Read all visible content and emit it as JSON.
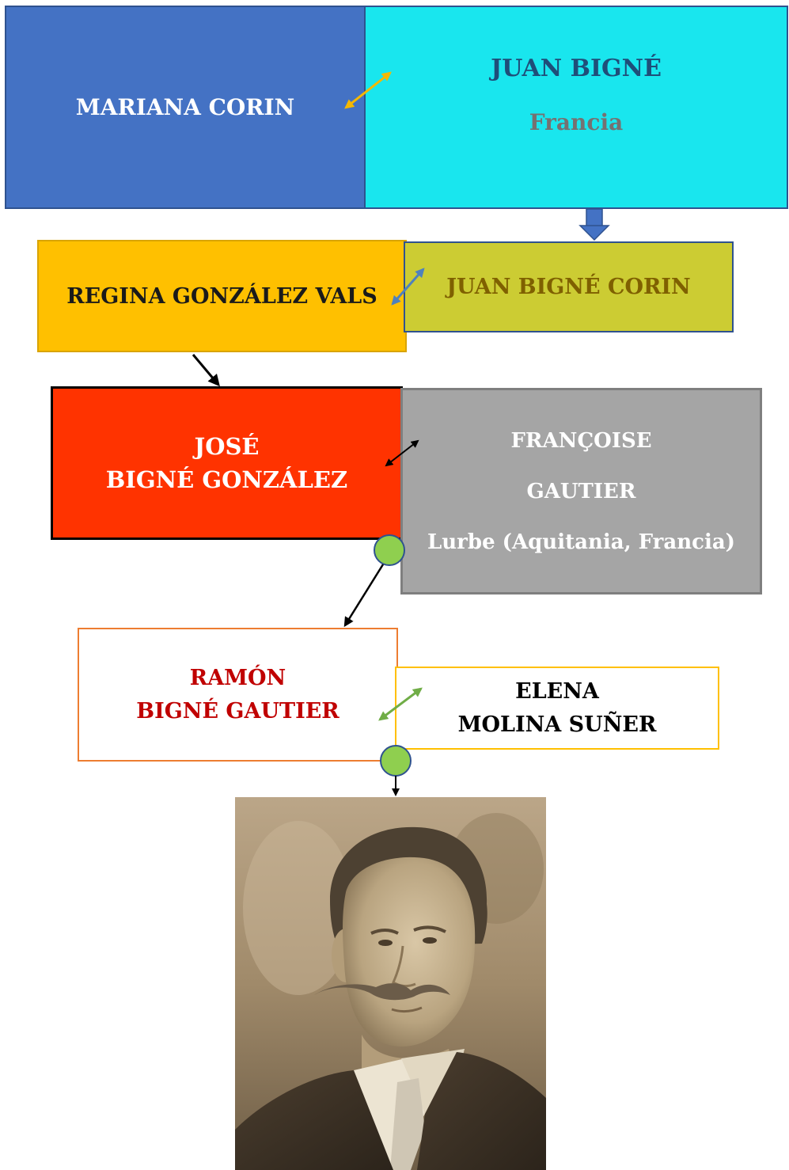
{
  "generation_1": {
    "mother": {
      "name": "MARIANA CORIN"
    },
    "father": {
      "name": "JUAN BIGNÉ",
      "place": "Francia"
    }
  },
  "generation_2": {
    "mother": {
      "name": "REGINA GONZÁLEZ VALS"
    },
    "father": {
      "name": "JUAN BIGNÉ CORIN"
    }
  },
  "generation_3": {
    "father": {
      "given_name": "JOSÉ",
      "surnames": "BIGNÉ GONZÁLEZ"
    },
    "mother": {
      "given_name": "FRANÇOISE",
      "surname": "GAUTIER",
      "place": "Lurbe (Aquitania, Francia)"
    }
  },
  "generation_4": {
    "husband": {
      "given_name": "RAMÓN",
      "surnames": "BIGNÉ GAUTIER"
    },
    "wife": {
      "given_name": "ELENA",
      "surnames": "MOLINA SUÑER"
    }
  },
  "colors": {
    "marriage_gen1": "#f5b800",
    "marriage_gen2": "#4f81bd",
    "marriage_gen3": "#000000",
    "marriage_gen4": "#70ad47",
    "descent_block": "#4472c4",
    "junction_dot": "#8fcf4f"
  },
  "icons": {
    "marriage": "double-arrow-icon",
    "descent": "down-arrow-icon",
    "junction": "circle-dot-icon",
    "portrait": "sepia-portrait-photo"
  }
}
